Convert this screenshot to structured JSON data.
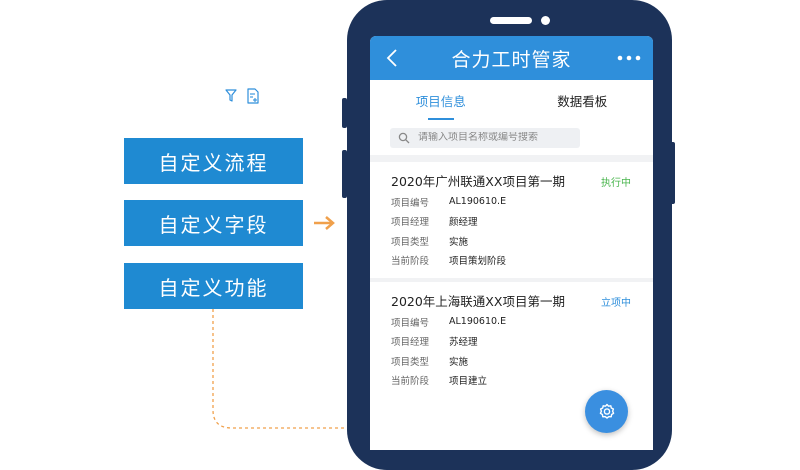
{
  "features": [
    {
      "label": "自定义流程"
    },
    {
      "label": "自定义字段"
    },
    {
      "label": "自定义功能"
    }
  ],
  "app": {
    "title": "合力工时管家"
  },
  "tabs": [
    {
      "label": "项目信息",
      "active": true
    },
    {
      "label": "数据看板",
      "active": false
    }
  ],
  "search": {
    "placeholder": "请输入项目名称或编号搜索"
  },
  "projects": [
    {
      "title": "2020年广州联通XX项目第一期",
      "status": "执行中",
      "status_color": "#49b54d",
      "fields": [
        {
          "label": "项目编号",
          "value": "AL190610.E"
        },
        {
          "label": "项目经理",
          "value": "颜经理"
        },
        {
          "label": "项目类型",
          "value": "实施"
        },
        {
          "label": "当前阶段",
          "value": "项目策划阶段"
        }
      ]
    },
    {
      "title": "2020年上海联通XX项目第一期",
      "status": "立项中",
      "status_color": "#2f8fdb",
      "fields": [
        {
          "label": "项目编号",
          "value": "AL190610.E"
        },
        {
          "label": "项目经理",
          "value": "苏经理"
        },
        {
          "label": "项目类型",
          "value": "实施"
        },
        {
          "label": "当前阶段",
          "value": "项目建立"
        }
      ]
    }
  ],
  "colors": {
    "feature_bg": "#1f8ad2",
    "header_bg": "#2f8fdb",
    "phone_frame": "#1c3259",
    "arrow": "#f0a04b",
    "fab": "#3a8fe0"
  },
  "icons": [
    "back-icon",
    "more-icon",
    "search-icon",
    "filter-icon",
    "add-list-icon",
    "gear-icon",
    "arrow-right-icon"
  ]
}
